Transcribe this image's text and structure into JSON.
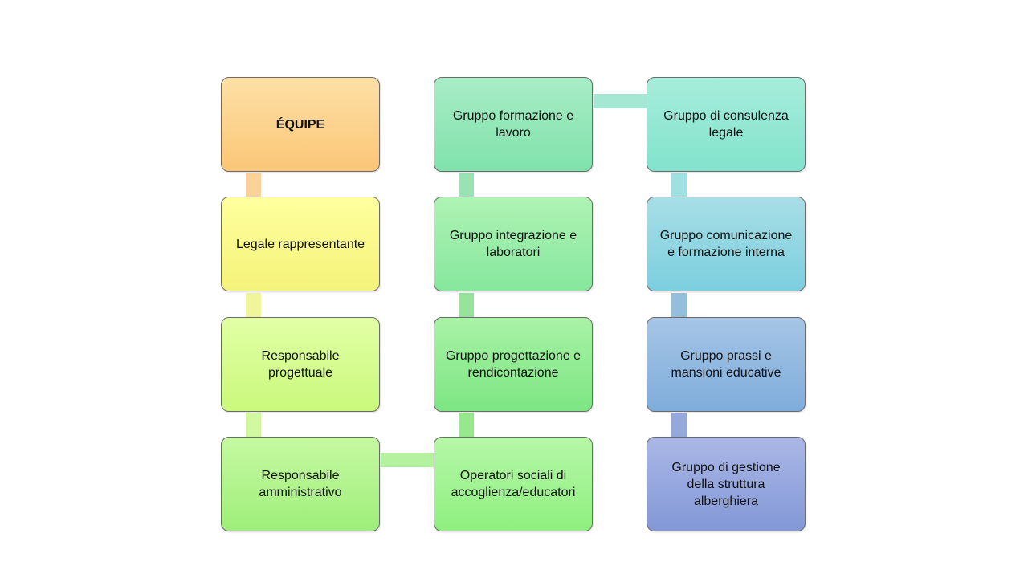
{
  "diagram": {
    "nodes": [
      {
        "id": "n1",
        "label": "ÉQUIPE",
        "color_top": "#fde0a6",
        "color_bottom": "#fbc677"
      },
      {
        "id": "n2",
        "label": "Legale rappresentante",
        "color_top": "#ffff9e",
        "color_bottom": "#f4f37a"
      },
      {
        "id": "n3",
        "label": "Responsabile\nprogettuale",
        "color_top": "#e2ffa6",
        "color_bottom": "#c9f97c"
      },
      {
        "id": "n4",
        "label": "Responsabile\namministrativo",
        "color_top": "#c6f9a2",
        "color_bottom": "#9eee7a"
      },
      {
        "id": "n5",
        "label": "Operatori sociali di\naccoglienza/educatori",
        "color_top": "#b6f7a8",
        "color_bottom": "#8ef07f"
      },
      {
        "id": "n6",
        "label": "Gruppo progettazione e\nrendicontazione",
        "color_top": "#a8f2a6",
        "color_bottom": "#7de683"
      },
      {
        "id": "n7",
        "label": "Gruppo integrazione e\nlaboratori",
        "color_top": "#aef3b3",
        "color_bottom": "#86e79d"
      },
      {
        "id": "n8",
        "label": "Gruppo formazione e\nlavoro",
        "color_top": "#a8ecc6",
        "color_bottom": "#80e2ac"
      },
      {
        "id": "n9",
        "label": "Gruppo di consulenza\nlegale",
        "color_top": "#a6eddb",
        "color_bottom": "#82e3cc"
      },
      {
        "id": "n10",
        "label": "Gruppo comunicazione\ne formazione interna",
        "color_top": "#a8dee6",
        "color_bottom": "#7ccfdf"
      },
      {
        "id": "n11",
        "label": "Gruppo prassi e\nmansioni educative",
        "color_top": "#a6c5e6",
        "color_bottom": "#7eaddb"
      },
      {
        "id": "n12",
        "label": "Gruppo di gestione\ndella struttura\nalberghiera",
        "color_top": "#aab7e6",
        "color_bottom": "#8398d8"
      }
    ],
    "edges": [
      {
        "from": "n1",
        "to": "n2",
        "color": "#fbd39a"
      },
      {
        "from": "n2",
        "to": "n3",
        "color": "#f0f49a"
      },
      {
        "from": "n3",
        "to": "n4",
        "color": "#d2f8a2"
      },
      {
        "from": "n4",
        "to": "n5",
        "color": "#b4f2a0"
      },
      {
        "from": "n5",
        "to": "n6",
        "color": "#96e88c"
      },
      {
        "from": "n6",
        "to": "n7",
        "color": "#95e49a"
      },
      {
        "from": "n7",
        "to": "n8",
        "color": "#99e2b2"
      },
      {
        "from": "n8",
        "to": "n9",
        "color": "#a4e8d4"
      },
      {
        "from": "n9",
        "to": "n10",
        "color": "#9fe0e0"
      },
      {
        "from": "n10",
        "to": "n11",
        "color": "#94bfdc"
      },
      {
        "from": "n11",
        "to": "n12",
        "color": "#95a8da"
      }
    ]
  }
}
